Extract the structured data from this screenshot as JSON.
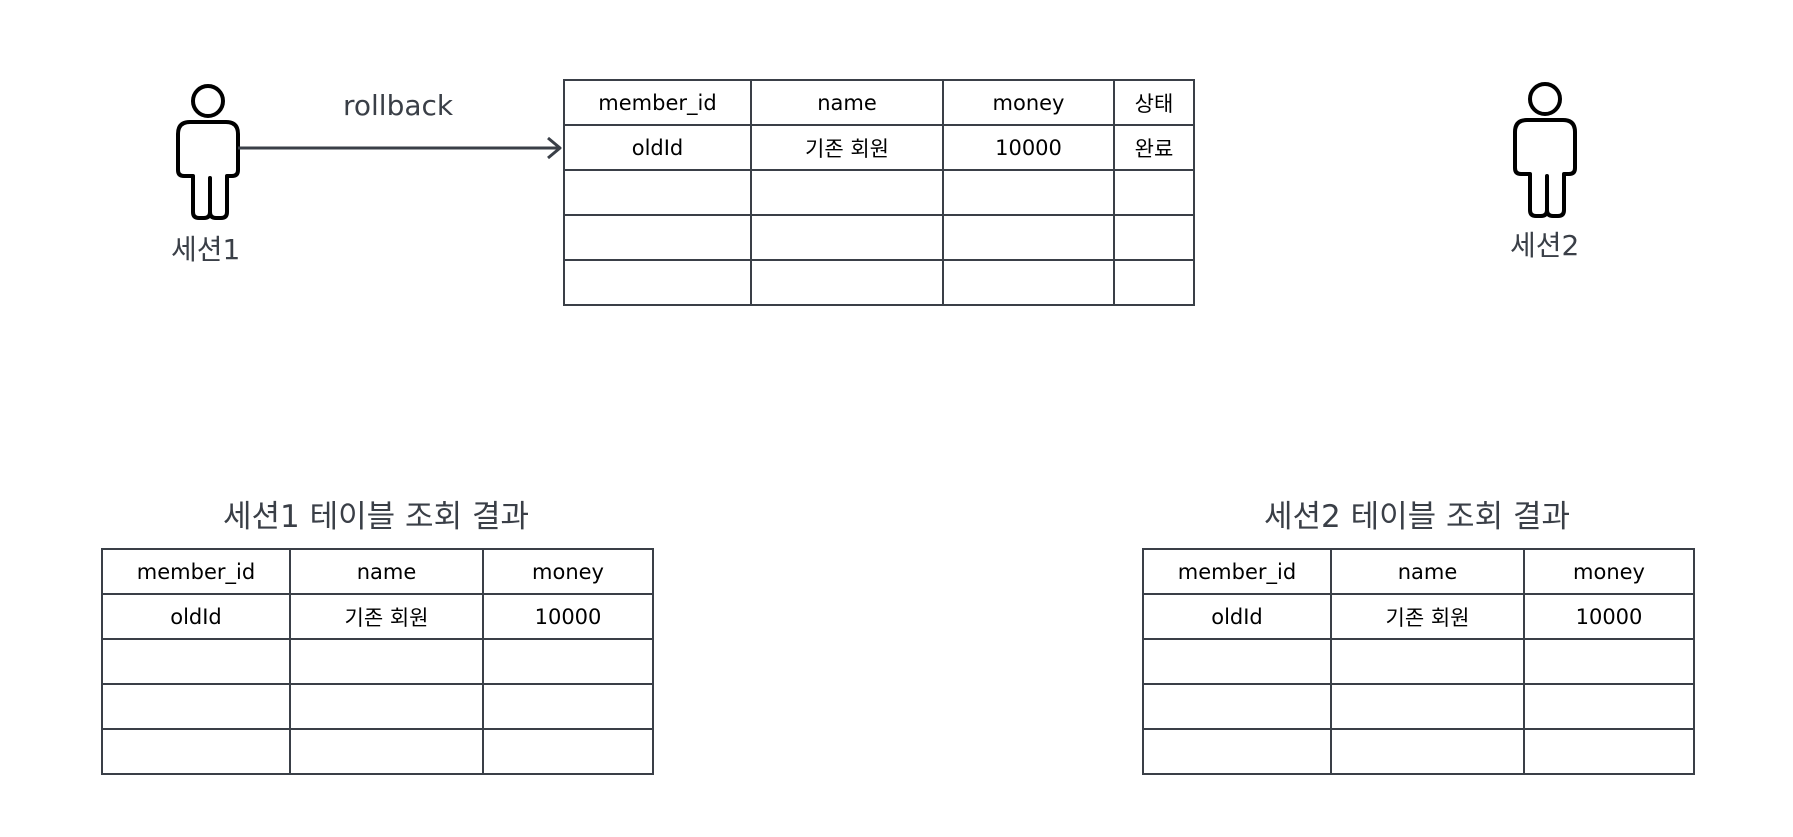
{
  "top": {
    "session1_label": "세션1",
    "arrow_label": "rollback",
    "session2_label": "세션2",
    "table": {
      "headers": [
        "member_id",
        "name",
        "money",
        "상태"
      ],
      "rows": [
        [
          "oldId",
          "기존 회원",
          "10000",
          "완료"
        ],
        [
          "",
          "",
          "",
          ""
        ],
        [
          "",
          "",
          "",
          ""
        ],
        [
          "",
          "",
          "",
          ""
        ]
      ]
    }
  },
  "bottom_left": {
    "title": "세션1 테이블 조회 결과",
    "table": {
      "headers": [
        "member_id",
        "name",
        "money"
      ],
      "rows": [
        [
          "oldId",
          "기존 회원",
          "10000"
        ],
        [
          "",
          "",
          ""
        ],
        [
          "",
          "",
          ""
        ],
        [
          "",
          "",
          ""
        ]
      ]
    }
  },
  "bottom_right": {
    "title": "세션2 테이블 조회 결과",
    "table": {
      "headers": [
        "member_id",
        "name",
        "money"
      ],
      "rows": [
        [
          "oldId",
          "기존 회원",
          "10000"
        ],
        [
          "",
          "",
          ""
        ],
        [
          "",
          "",
          ""
        ],
        [
          "",
          "",
          ""
        ]
      ]
    }
  }
}
